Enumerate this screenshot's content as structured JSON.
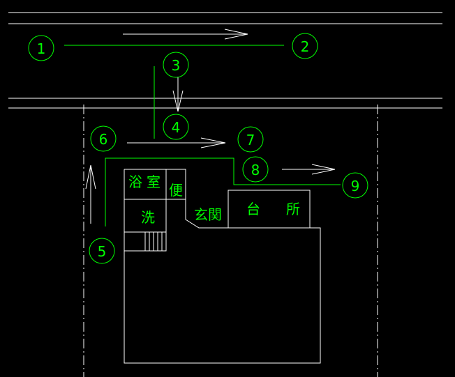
{
  "colors": {
    "background": "#000000",
    "line": "#ffffff",
    "route": "#00ff00",
    "label": "#00ff00"
  },
  "markers": {
    "m1": "1",
    "m2": "2",
    "m3": "3",
    "m4": "4",
    "m5": "5",
    "m6": "6",
    "m7": "7",
    "m8": "8",
    "m9": "9"
  },
  "rooms": {
    "bath": "浴室",
    "toilet": "便",
    "washroom": "洗",
    "entrance": "玄関",
    "kitchen_1": "台",
    "kitchen_2": "所"
  }
}
